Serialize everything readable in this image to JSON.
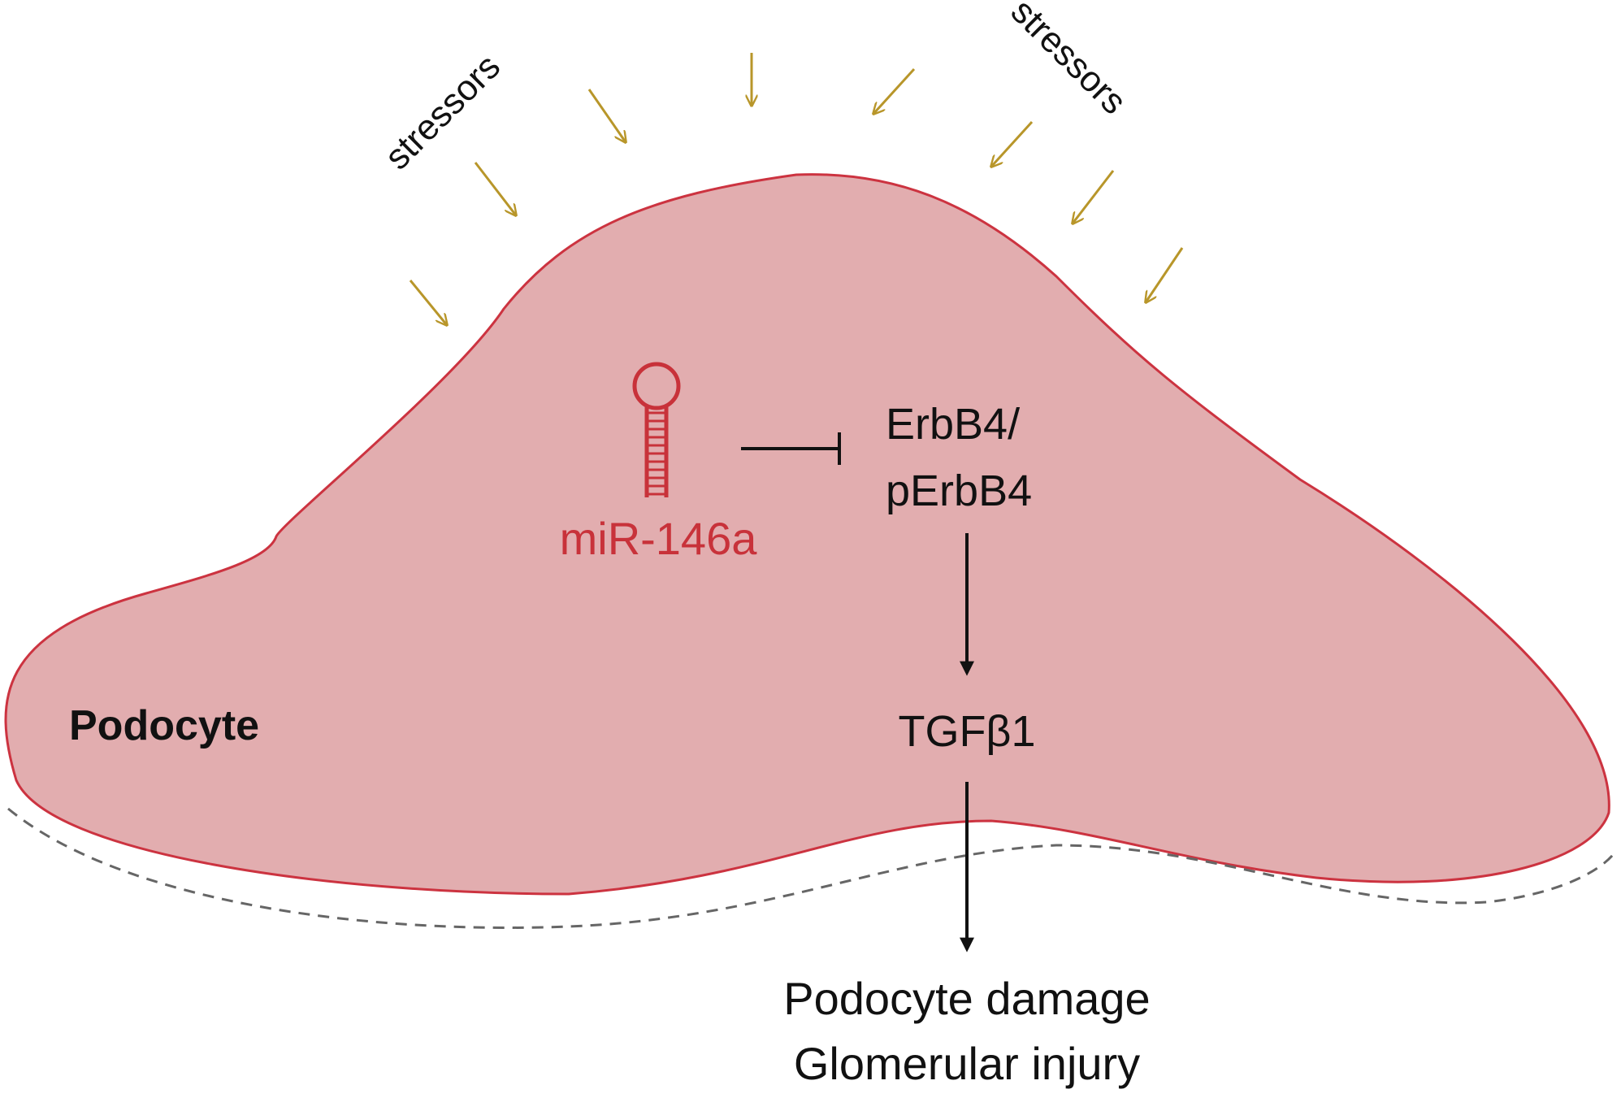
{
  "labels": {
    "stressors_left": "stressors",
    "stressors_right": "stressors",
    "cell": "Podocyte",
    "mirna": "miR-146a",
    "erbb4_line1": "ErbB4/",
    "erbb4_line2": "pErbB4",
    "tgfb1": "TGFβ1",
    "outcome_line1": "Podocyte damage",
    "outcome_line2": "Glomerular injury"
  },
  "colors": {
    "cell_fill": "#e2adaf",
    "cell_outline": "#cc3340",
    "mirna": "#c8323a",
    "stress_arrow": "#b8962a",
    "arrow": "#111111",
    "membrane_dash": "#666666"
  },
  "icons": {
    "mirna": "hairpin-rna-icon",
    "stress": "arrow-icon",
    "inhibition": "inhibition-t-bar-icon"
  }
}
